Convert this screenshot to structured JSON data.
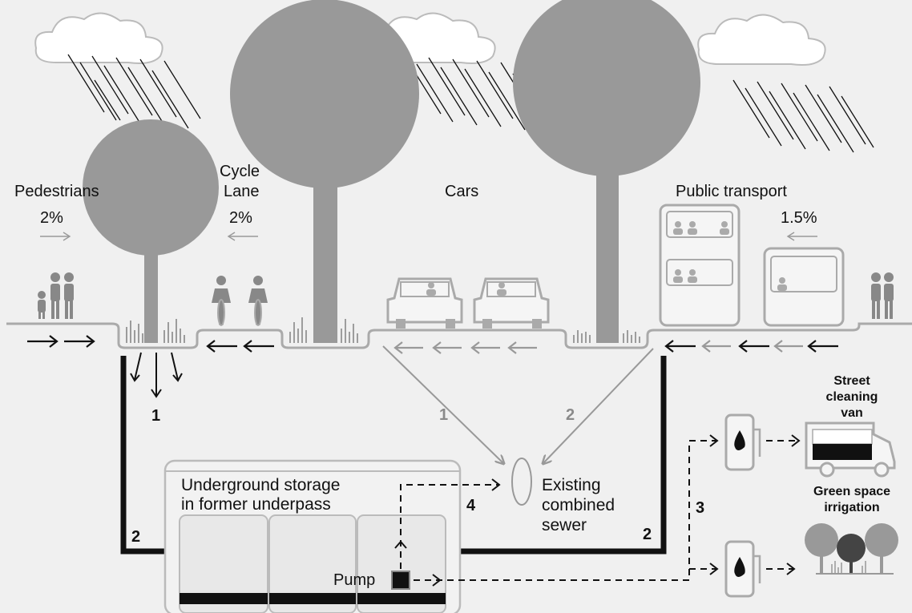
{
  "zones": {
    "pedestrians": {
      "label": "Pedestrians",
      "slope": "2%"
    },
    "cycle": {
      "label_line1": "Cycle",
      "label_line2": "Lane",
      "slope": "2%"
    },
    "cars": {
      "label": "Cars"
    },
    "transport": {
      "label": "Public transport",
      "slope": "1.5%"
    }
  },
  "storage": {
    "title_line1": "Underground storage",
    "title_line2": "in former underpass",
    "pump_label": "Pump"
  },
  "sewer": {
    "line1": "Existing",
    "line2": "combined",
    "line3": "sewer"
  },
  "reuse": {
    "van_line1": "Street",
    "van_line2": "cleaning",
    "van_line3": "van",
    "irrigation_line1": "Green space",
    "irrigation_line2": "irrigation"
  },
  "flow_numbers": {
    "pedestrian_infiltration": "1",
    "pedestrian_to_storage": "2",
    "cars_to_sewer": "1",
    "transport_to_sewer": "2",
    "transport_to_storage": "2",
    "reuse": "3",
    "overflow": "4"
  },
  "colors": {
    "background": "#f0f0f0",
    "tree": "#999999",
    "line_dark": "#111111",
    "line_grey": "#a0a0a0",
    "cloud_fill": "#ffffff"
  }
}
